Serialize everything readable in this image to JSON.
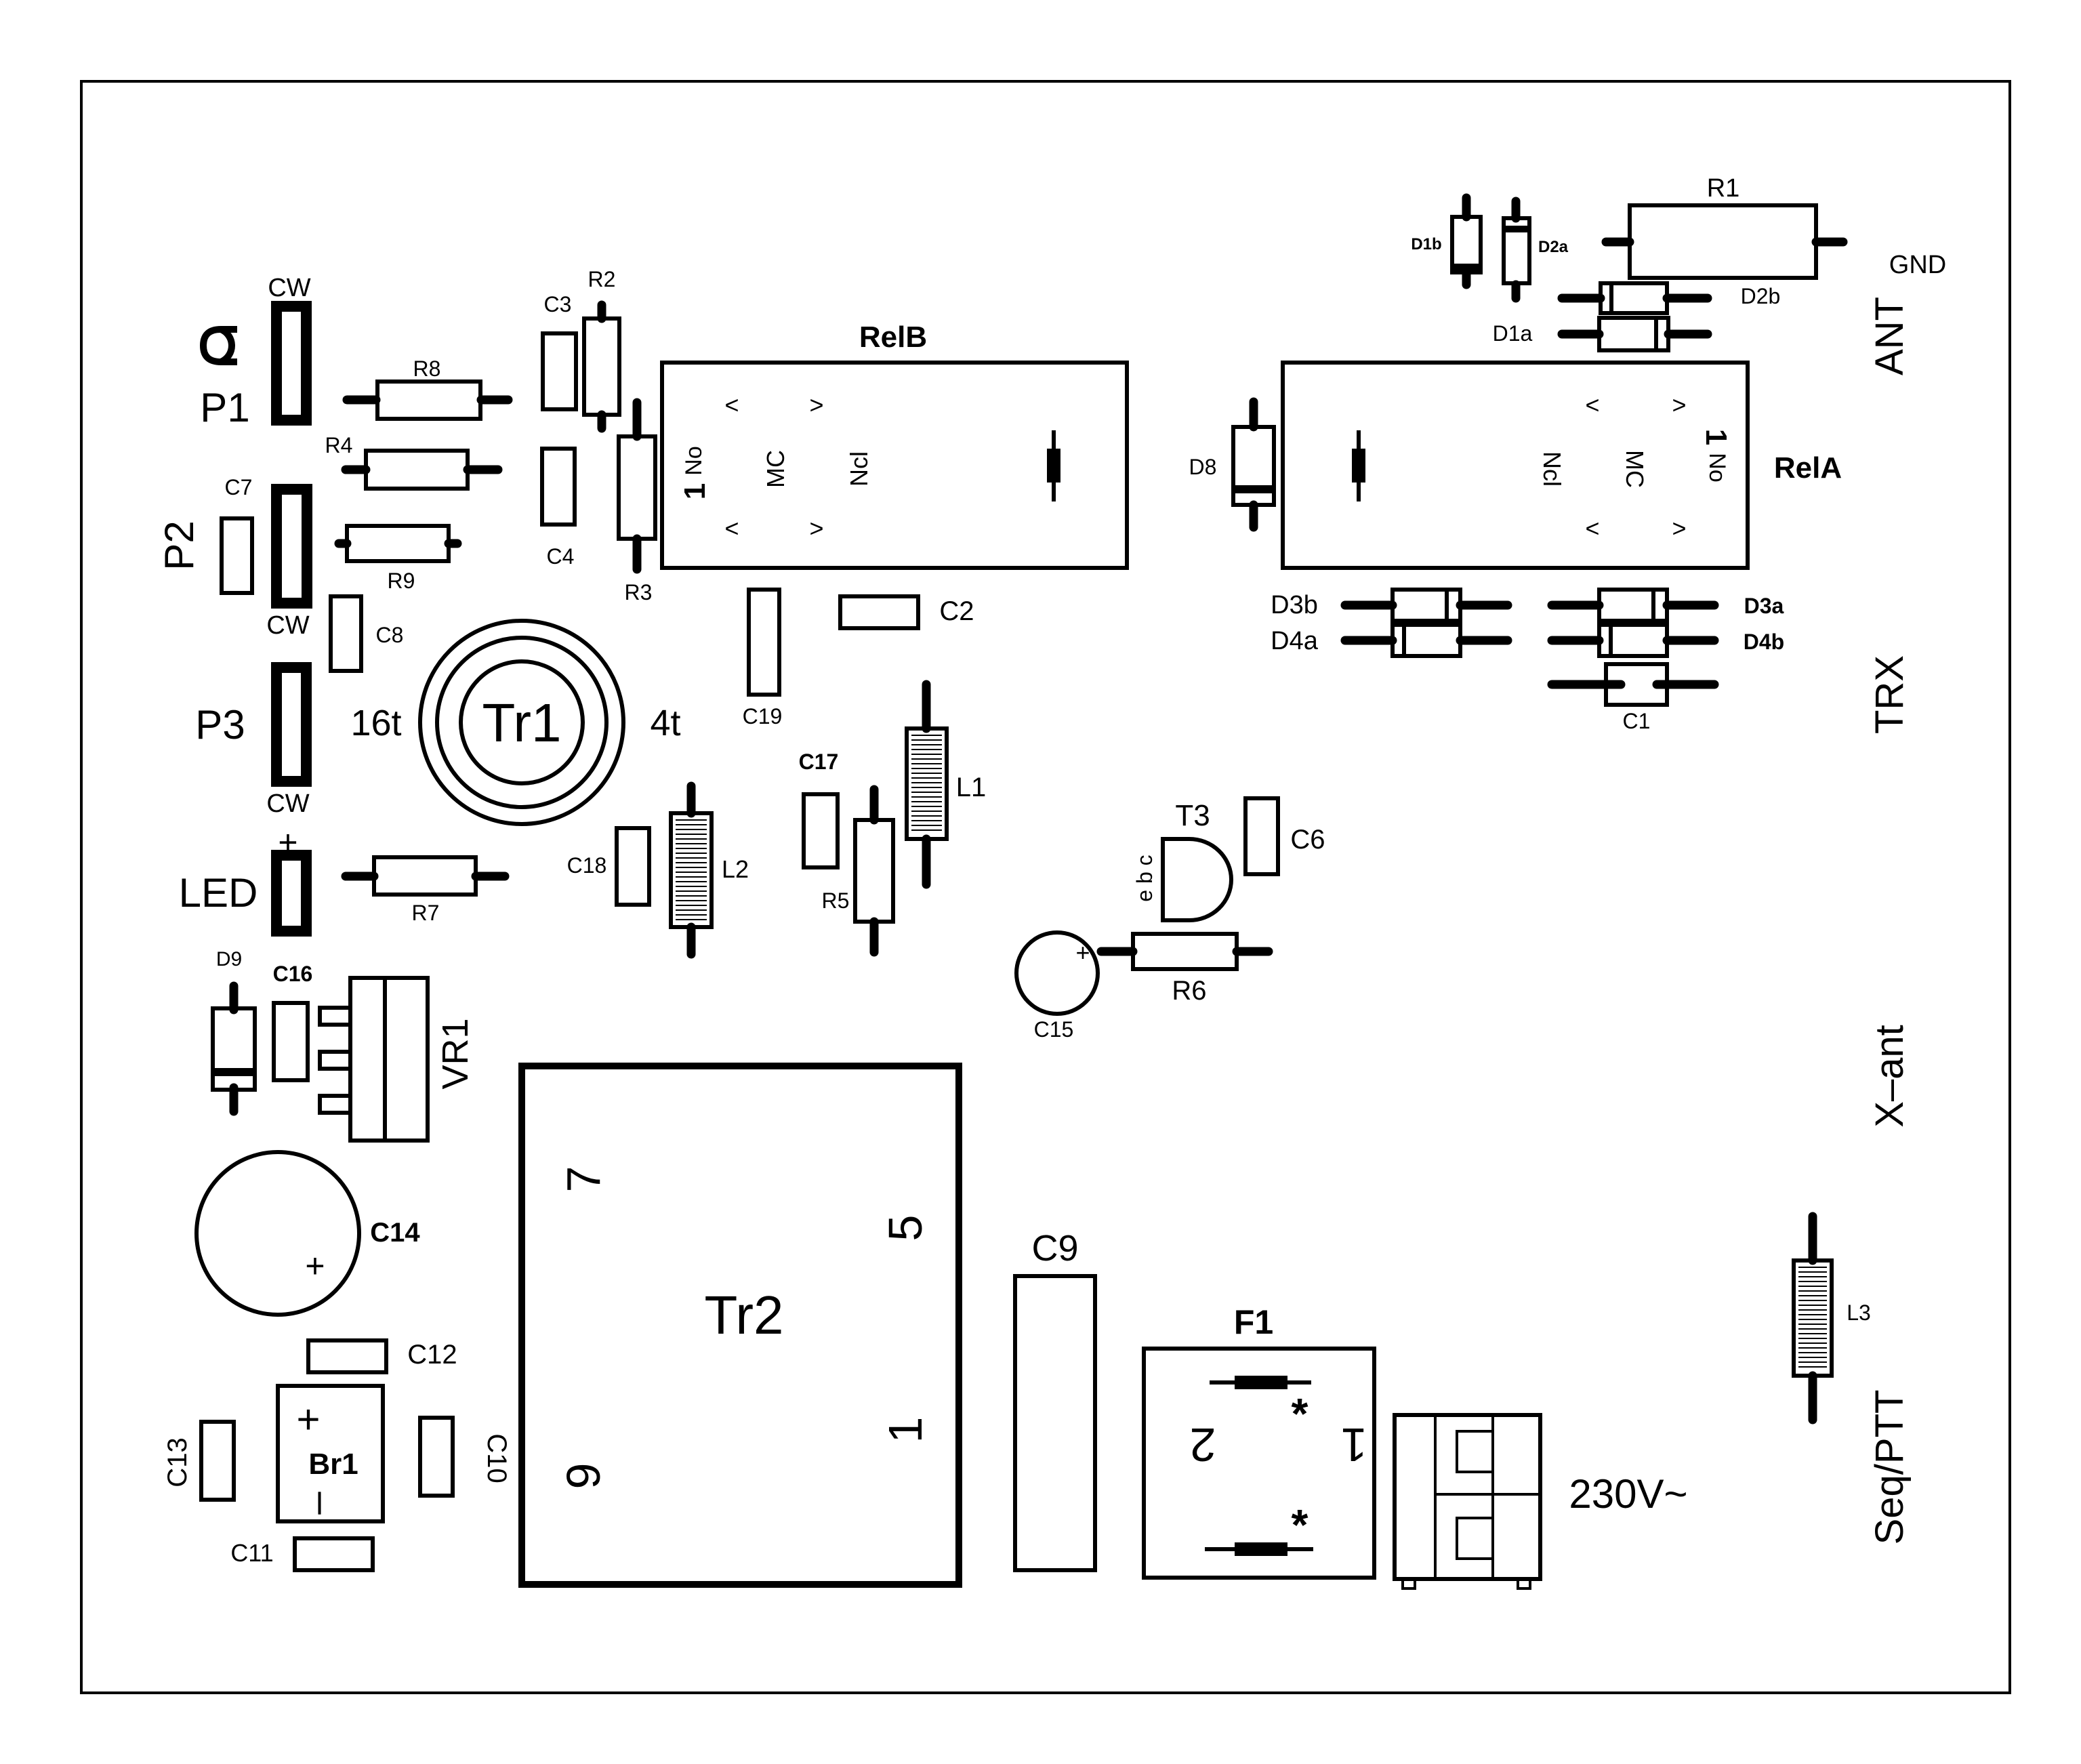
{
  "labels": {
    "cw_p1": "CW",
    "p1": "P1",
    "r8": "R8",
    "c3": "C3",
    "r2": "R2",
    "relb": "RelB",
    "r1": "R1",
    "d1b": "D1b",
    "d2a": "D2a",
    "gnd": "GND",
    "d2b": "D2b",
    "d1a": "D1a",
    "ant": "ANT",
    "r4": "R4",
    "c7": "C7",
    "p2": "P2",
    "r9": "R9",
    "c4": "C4",
    "r3": "R3",
    "rb_no_num": "1",
    "rb_no": "No",
    "rb_mc": "MC",
    "rb_ncl": "Ncl",
    "d8": "D8",
    "ra_ncl": "Ncl",
    "ra_mc": "MC",
    "ra_no_num": "1",
    "ra_no": "No",
    "rela": "RelA",
    "cw_p2": "CW",
    "c8": "C8",
    "c19": "C19",
    "c2": "C2",
    "d3b": "D3b",
    "d4a": "D4a",
    "d3a": "D3a",
    "d4b": "D4b",
    "c1": "C1",
    "trx": "TRX",
    "p3": "P3",
    "t16": "16t",
    "tr1": "Tr1",
    "t4": "4t",
    "cw_p3": "CW",
    "c17": "C17",
    "l1": "L1",
    "t3": "T3",
    "c6": "C6",
    "led_plus": "+",
    "led": "LED",
    "c18": "C18",
    "l2": "L2",
    "r5": "R5",
    "r7": "R7",
    "t3_pins": "e b c",
    "c15_plus": "+",
    "r6": "R6",
    "c15": "C15",
    "d9": "D9",
    "c16": "C16",
    "vr1": "VR1",
    "xant": "X–ant",
    "pin7": "7",
    "pin5": "5",
    "c14": "C14",
    "c14_plus": "+",
    "tr2": "Tr2",
    "c9": "C9",
    "l3": "L3",
    "f1": "F1",
    "c12": "C12",
    "br1_plus": "+",
    "br1": "Br1",
    "br1_minus": "–",
    "c13": "C13",
    "c10": "C10",
    "f1_pin2": "2",
    "f1_pin1": "1",
    "f1_star": "*",
    "f1_star2": "*",
    "pin1": "1",
    "pin9": "9",
    "v230": "230V~",
    "seqptt": "Seq/PTT",
    "c11": "C11"
  }
}
